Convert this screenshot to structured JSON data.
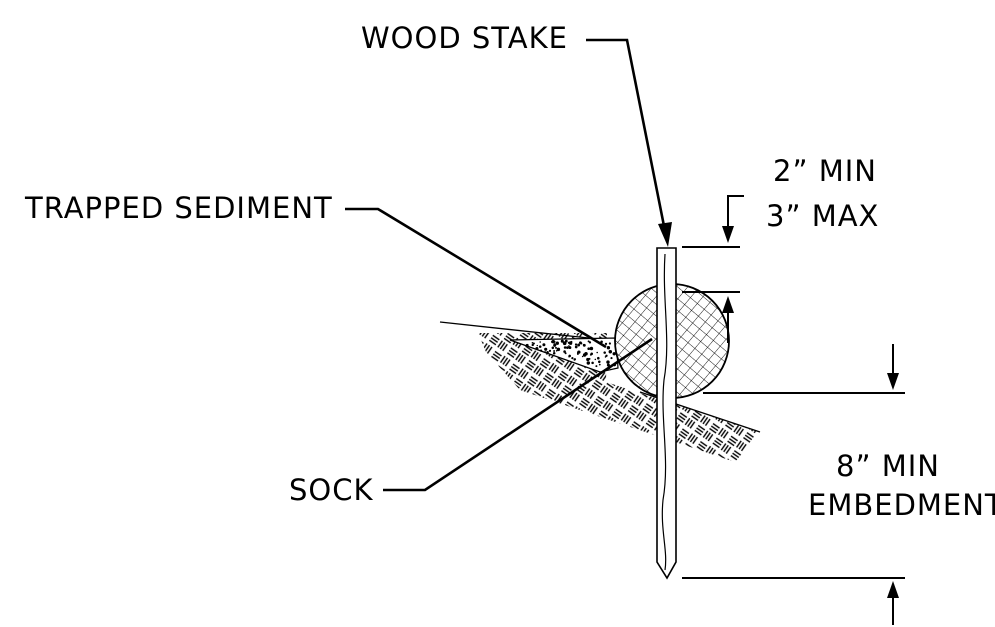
{
  "labels": {
    "wood_stake": "WOOD STAKE",
    "trapped_sediment": "TRAPPED SEDIMENT",
    "sock": "SOCK",
    "min_height": "2” MIN",
    "max_height": "3” MAX",
    "embed_value": "8” MIN",
    "embed_word": "EMBEDMENT"
  },
  "colors": {
    "ink": "#000000",
    "paper": "#ffffff"
  }
}
